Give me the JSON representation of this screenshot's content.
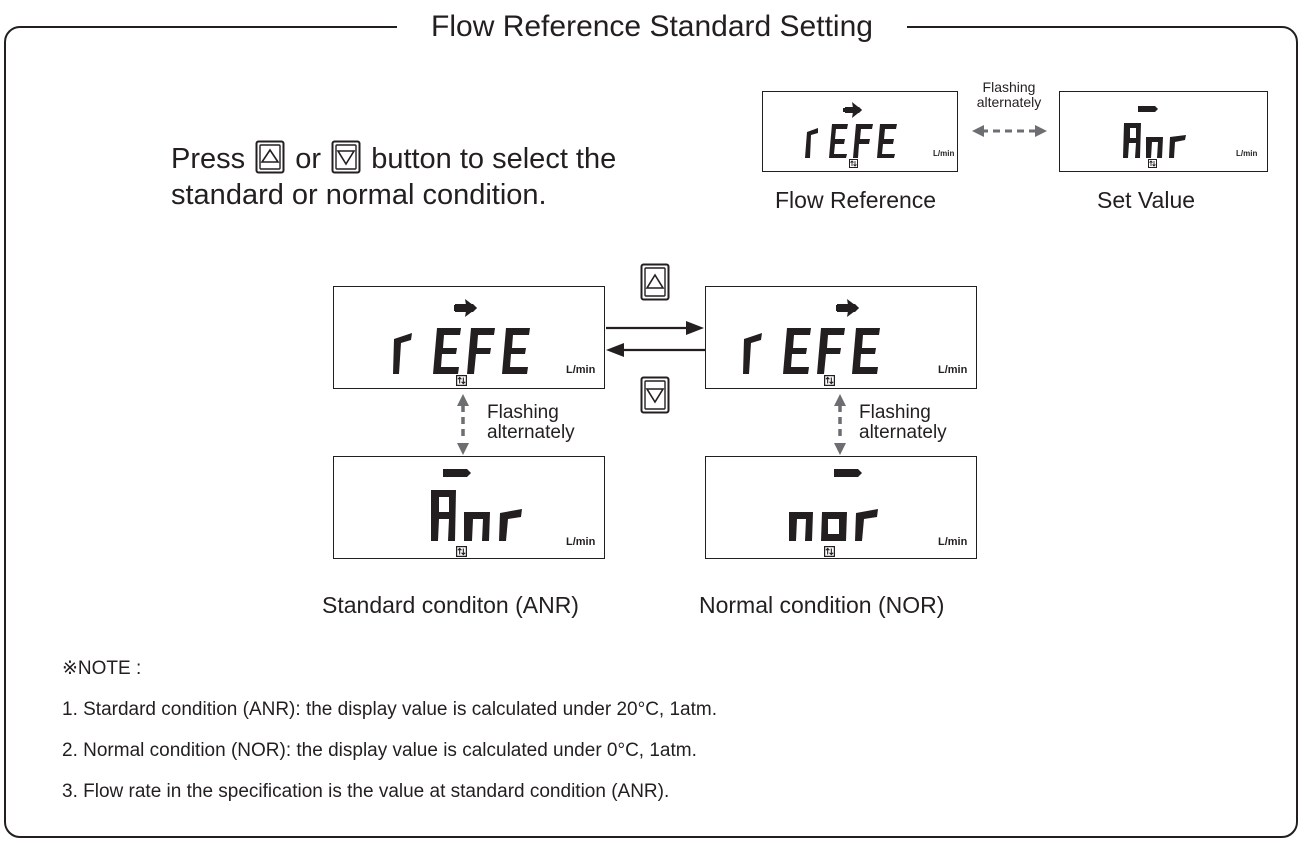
{
  "title": "Flow Reference Standard Setting",
  "instruction": {
    "press": "Press",
    "or": "or",
    "rest": "button to select the",
    "line2": "standard or normal condition."
  },
  "top_row": {
    "left_display": {
      "text": "rEFE",
      "unit": "L/min"
    },
    "right_display": {
      "text": "Anr",
      "unit": "L/min"
    },
    "flash_label_1": "Flashing",
    "flash_label_2": "alternately",
    "left_caption": "Flow Reference",
    "right_caption": "Set Value"
  },
  "standard": {
    "top_display": {
      "text": "rEFE",
      "unit": "L/min"
    },
    "bottom_display": {
      "text": "Anr",
      "unit": "L/min"
    },
    "flash_label_1": "Flashing",
    "flash_label_2": "alternately",
    "caption": "Standard conditon (ANR)"
  },
  "normal": {
    "top_display": {
      "text": "rEFE",
      "unit": "L/min"
    },
    "bottom_display": {
      "text": "nor",
      "unit": "L/min"
    },
    "flash_label_1": "Flashing",
    "flash_label_2": "alternately",
    "caption": "Normal condition (NOR)"
  },
  "buttons": {
    "up": "up-button-icon",
    "down": "down-button-icon"
  },
  "notes": {
    "header": "※NOTE :",
    "items": [
      "1. Stardard condition (ANR): the display value is calculated under 20°C, 1atm.",
      "2. Normal condition (NOR): the display value is calculated under 0°C, 1atm.",
      "3. Flow rate in the specification is the value at standard condition (ANR)."
    ]
  },
  "colors": {
    "ink": "#231f20",
    "arrow_gray": "#6d6e71"
  }
}
